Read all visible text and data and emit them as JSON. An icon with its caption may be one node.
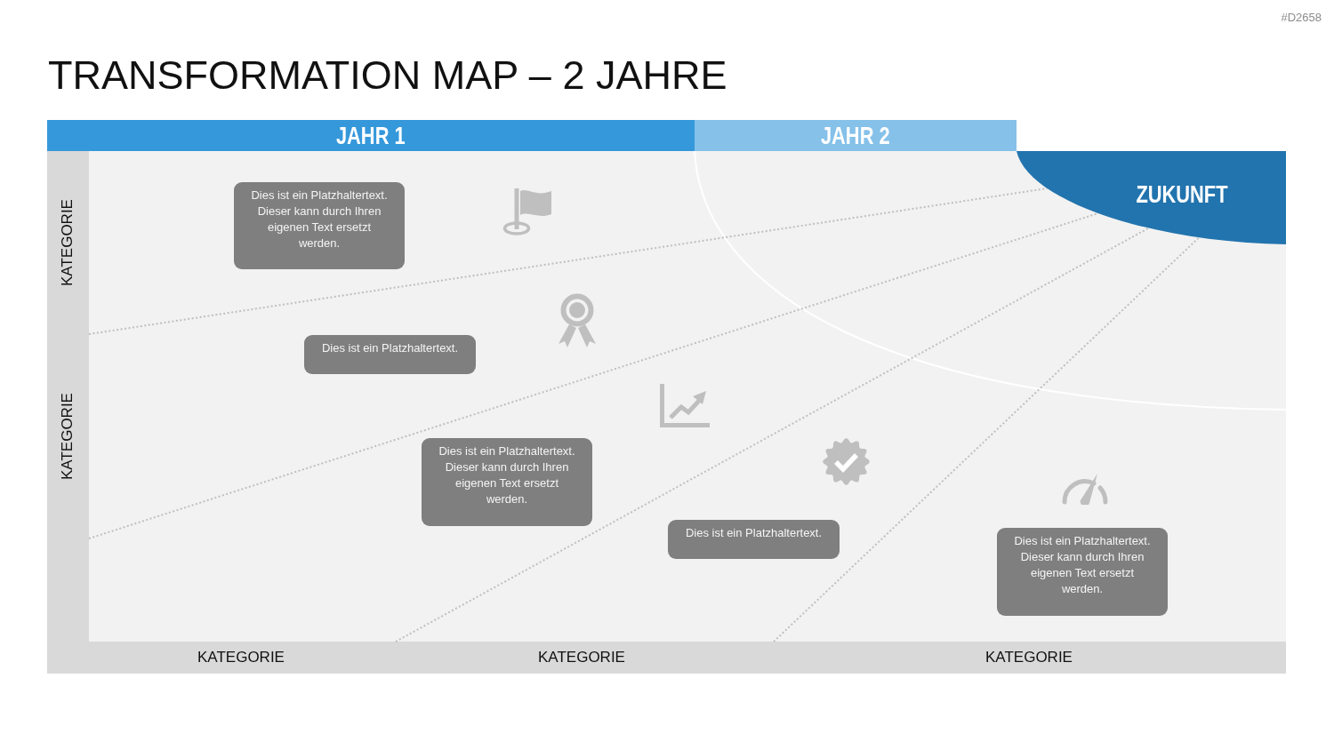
{
  "diagram": {
    "title": "TRANSFORMATION MAP – 2 JAHRE",
    "nodes": [
      {
        "text": [
          "JAHR 1"
        ]
      },
      {
        "text": [
          "JAHR 2"
        ]
      },
      {
        "text": [
          "ZUKUNFT"
        ]
      },
      {
        "text": [
          "Dies ist ein Platzhaltertext. Dieser kann durch Ihren eigenen Text ersetzt werden."
        ]
      },
      {
        "text": [
          "Dies ist ein Platzhaltertext."
        ]
      },
      {
        "text": [
          "Dies ist ein Platzhaltertext. Dieser kann durch Ihren eigenen Text ersetzt werden."
        ]
      },
      {
        "text": [
          "Dies ist ein Platzhaltertext."
        ]
      },
      {
        "text": [
          "Dies ist ein Platzhaltertext. Dieser kann durch Ihren eigenen Text ersetzt werden."
        ]
      }
    ],
    "labels": [
      "#D2658",
      "KATEGORIE",
      "KATEGORIE",
      "KATEGORIE",
      "KATEGORIE",
      "KATEGORIE"
    ]
  }
}
